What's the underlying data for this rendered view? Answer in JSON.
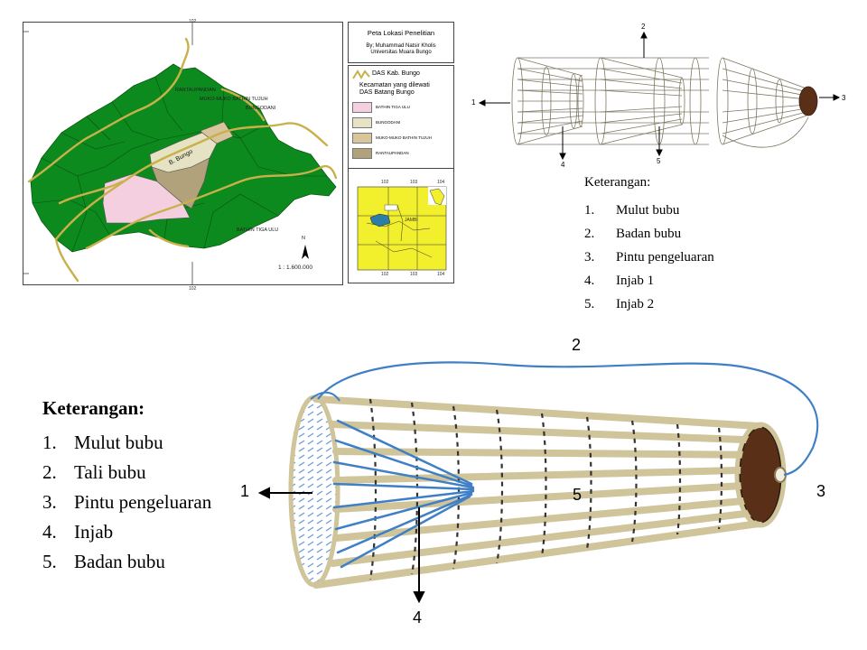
{
  "map": {
    "title_box": {
      "title": "Peta Lokasi Penelitian",
      "author": "By; Muhammad Natsir Kholis",
      "institution": "Universitas Muara Bungo"
    },
    "legend": {
      "river_label": "DAS Kab. Bungo",
      "district_heading_1": "Kecamatan yang dilewati",
      "district_heading_2": "DAS Batang Bungo",
      "items": [
        {
          "label": "BATHIN TIGA ULU",
          "color": "#f3cfe0"
        },
        {
          "label": "BUNGODANI",
          "color": "#e6e3c4"
        },
        {
          "label": "MUKO-MUKO BATHIN TUJUH",
          "color": "#d8c59c"
        },
        {
          "label": "RANTAUPANDAN",
          "color": "#b2a27c"
        }
      ]
    },
    "labels": {
      "rantaupandan": "RANTAUPANDAN",
      "muko": "MUKO-MUKO BATHIN TUJUH",
      "bungodani": "BUNGODANI",
      "bathin": "BATHIN TIGA ULU",
      "river": "B. Bungo",
      "north": "N",
      "scale": "1 : 1.600.000",
      "tick_top": "102",
      "tick_bottom": "102"
    },
    "inset": {
      "ticks_top": [
        "102",
        "103",
        "104"
      ],
      "ticks_bottom": [
        "102",
        "103",
        "104"
      ],
      "region_label": "JAMBI"
    },
    "colors": {
      "land": "#0d8a1e",
      "river": "#c8b14a",
      "inset_land": "#f2ef2c"
    }
  },
  "top_diagram": {
    "numbers": [
      "1",
      "2",
      "3",
      "4",
      "5"
    ],
    "legend_title": "Keterangan:",
    "legend_items": [
      {
        "num": "1.",
        "label": "Mulut bubu"
      },
      {
        "num": "2.",
        "label": "Badan bubu"
      },
      {
        "num": "3.",
        "label": "Pintu pengeluaran"
      },
      {
        "num": "4.",
        "label": "Injab 1"
      },
      {
        "num": "5.",
        "label": "Injab 2"
      }
    ]
  },
  "bottom_diagram": {
    "numbers": [
      "1",
      "2",
      "3",
      "4",
      "5"
    ],
    "legend_title": "Keterangan:",
    "legend_items": [
      {
        "num": "1.",
        "label": "Mulut bubu"
      },
      {
        "num": "2.",
        "label": "Tali bubu"
      },
      {
        "num": "3.",
        "label": "Pintu pengeluaran"
      },
      {
        "num": "4.",
        "label": "Injab"
      },
      {
        "num": "5.",
        "label": "Badan bubu"
      }
    ],
    "colors": {
      "rope": "#3f7fc6",
      "slats": "#cfc49a",
      "hatch": "#6a9ad8",
      "plug": "#5a2f18"
    }
  }
}
